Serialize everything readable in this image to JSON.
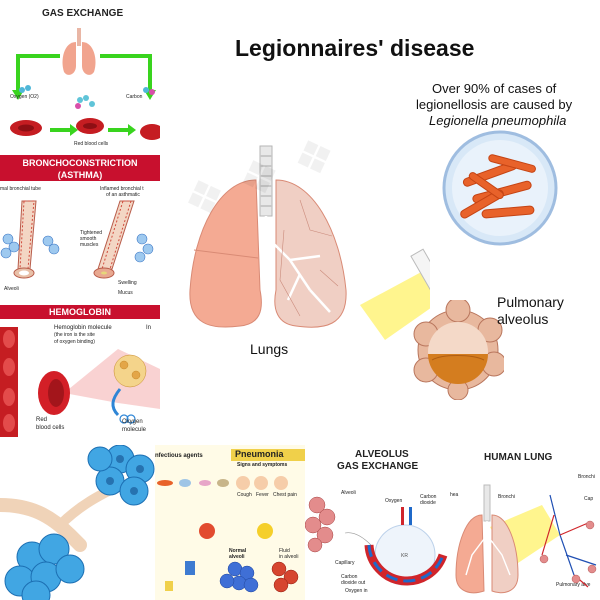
{
  "main": {
    "title": "Legionnaires' disease",
    "fact_line1": "Over 90% of cases of",
    "fact_line2": "legionellosis are caused by",
    "fact_line3": "Legionella pneumophila",
    "lungs_label": "Lungs",
    "alveolus_label_line1": "Pulmonary",
    "alveolus_label_line2": "alveolus"
  },
  "gas_exchange": {
    "title": "GAS EXCHANGE",
    "oxygen_label": "Oxygen (O2)",
    "carbon_label": "Carbon",
    "rbc_label": "Red blood cells"
  },
  "asthma": {
    "title_line1": "BRONCHOCONSTRICTION",
    "title_line2": "(ASTHMA)",
    "normal_tube": "mal bronchial tube",
    "inflamed_line1": "Inflamed bronchial t",
    "inflamed_line2": "of an asthmatic",
    "tightened_line1": "Tightened",
    "tightened_line2": "smooth",
    "tightened_line3": "muscles",
    "alveoli": "Alveoli",
    "swelling": "Swelling",
    "mucus": "Mucus"
  },
  "hemoglobin": {
    "title": "HEMOGLOBIN",
    "molecule_line1": "Hemoglobin molecule",
    "molecule_line2": "(the iron is the site",
    "molecule_line3": "of oxygen binding)",
    "partial": "In",
    "rbc_line1": "Red",
    "rbc_line2": "blood cells",
    "oxygen_line1": "Oxygen",
    "oxygen_line2": "molecule"
  },
  "pneumonia": {
    "agents": "nfectious agents",
    "title": "Pneumonia",
    "signs": "Signs and symptoms",
    "cough": "Cough",
    "fever": "Fever",
    "chest_pain": "Chest pain",
    "normal_alveoli_line1": "Normal",
    "normal_alveoli_line2": "alveoli",
    "fluid_line1": "Fluid",
    "fluid_line2": "in alveoli"
  },
  "alveolus_exchange": {
    "title_line1": "ALVEOLUS",
    "title_line2": "GAS EXCHANGE",
    "alveoli": "Alveoli",
    "oxygen": "Oxygen",
    "carbon_line1": "Carbon",
    "carbon_line2": "dioxide",
    "capillary": "Capillary",
    "co2_out_line1": "Carbon",
    "co2_out_line2": "dioxide out",
    "oxygen_in": "Oxygen in"
  },
  "human_lung": {
    "title": "HUMAN LUNG",
    "bronchi": "Bronchi",
    "bronchi_partial": "Bronchi",
    "trachea_partial": "hea",
    "pulmonary_partial": "Pulmonary alve",
    "cap_partial": "Cap"
  },
  "colors": {
    "banner_red": "#c8102e",
    "lung_pink": "#f1a48e",
    "bacteria_orange": "#e8622a",
    "light_blue_cell": "#5fb4e6",
    "yellow_beam": "#fff37a",
    "green_arrow": "#39d41e"
  }
}
